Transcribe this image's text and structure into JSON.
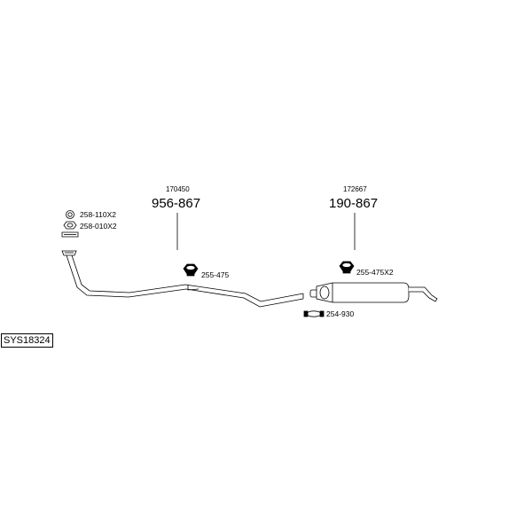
{
  "system_code": "SYS18324",
  "sections": [
    {
      "ref": "170450",
      "part_no": "956-867"
    },
    {
      "ref": "172667",
      "part_no": "190-867"
    }
  ],
  "parts": {
    "washer": "258-110X2",
    "nut_flange": "258-010X2",
    "mount_front": "255-475",
    "mount_rear": "255-475X2",
    "clamp": "254-930"
  }
}
